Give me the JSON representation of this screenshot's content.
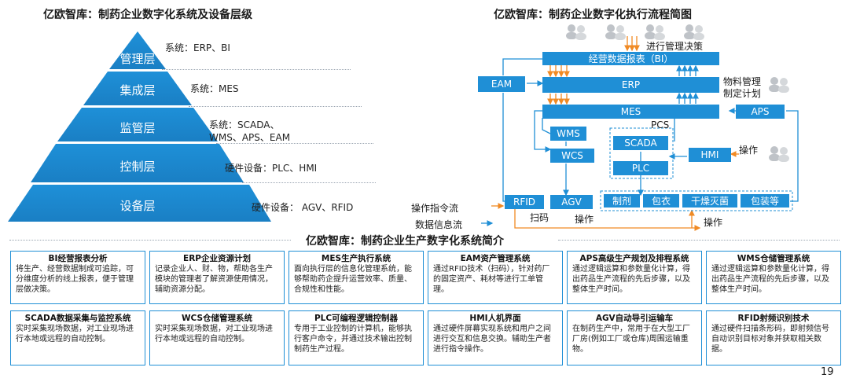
{
  "left_title": "亿欧智库：制药企业数字化系统及设备层级",
  "right_title": "亿欧智库：制药企业数字化执行流程简图",
  "bottom_title": "亿欧智库：制药企业生产数字化系统简介",
  "page_number": "19",
  "pyramid": [
    {
      "label": "管理层",
      "note": "系统：ERP、BI"
    },
    {
      "label": "集成层",
      "note": "系统：MES"
    },
    {
      "label": "监管层",
      "note": "系统：SCADA、WMS、APS、EAM"
    },
    {
      "label": "控制层",
      "note": "硬件设备：PLC、HMI"
    },
    {
      "label": "设备层",
      "note": "硬件设备： AGV、RFID"
    }
  ],
  "flow": {
    "decision_label": "进行管理决策",
    "bi_box": "经营数据报表（BI）",
    "erp_box": "ERP",
    "mes_box": "MES",
    "eam_box": "EAM",
    "aps_box": "APS",
    "material_label": "物料管理制定计划",
    "wms_box": "WMS",
    "wcs_box": "WCS",
    "pcs_label": "PCS",
    "scada_box": "SCADA",
    "plc_box": "PLC",
    "hmi_box": "HMI",
    "operate_label_1": "操作",
    "rfid_box": "RFID",
    "agv_box": "AGV",
    "scan_label": "扫码",
    "operate_label_2": "操作",
    "operate_label_3": "操作",
    "equipment": [
      "制剂",
      "包衣",
      "干燥灭菌",
      "包装等"
    ],
    "legend_cmd": "操作指令流",
    "legend_data": "数据信息流"
  },
  "cards": [
    {
      "title": "BI经营报表分析",
      "body": "将生产、经营数据制成可追踪，可分维度分析的线上报表，便于管理层做决策。"
    },
    {
      "title": "ERP企业资源计划",
      "body": "记录企业人、财、物，帮助各生产模块的管理者了解资源使用情况，辅助资源分配。"
    },
    {
      "title": "MES生产执行系统",
      "body": "面向执行层的信息化管理系统，能够帮助药企提升运营效率、质量、合规性和性能。"
    },
    {
      "title": "EAM资产管理系统",
      "body": "通过RFID技术（扫码），针对药厂的固定资产、耗材等进行工单管理。"
    },
    {
      "title": "APS高级生产规划及排程系统",
      "body": "通过逻辑运算和参数量化计算，得出药品生产流程的先后步骤，以及整体生产时间。"
    },
    {
      "title": "WMS仓储管理系统",
      "body": "通过逻辑运算和参数量化计算，得出药品生产流程的先后步骤，以及整体生产时间。"
    },
    {
      "title": "SCADA数据采集与监控系统",
      "body": "实时采集现场数据，对工业现场进行本地或远程的自动控制。"
    },
    {
      "title": "WCS仓储管理系统",
      "body": "实时采集现场数据，对工业现场进行本地或远程的自动控制。"
    },
    {
      "title": "PLC可编程逻辑控制器",
      "body": "专用于工业控制的计算机，能够执行客户命令，并通过技术输出控制制药生产过程。"
    },
    {
      "title": "HMI人机界面",
      "body": "通过硬件屏幕实现系统和用户之间进行交互和信息交换。辅助生产者进行指令操作。"
    },
    {
      "title": "AGV自动导引运输车",
      "body": "在制药生产中，常用于在大型工厂厂房(例如工厂或仓库)周围运输重物。"
    },
    {
      "title": "RFID射频识别技术",
      "body": "通过硬件扫描条形码，即射频信号自动识别目标对象并获取相关数据。"
    }
  ]
}
